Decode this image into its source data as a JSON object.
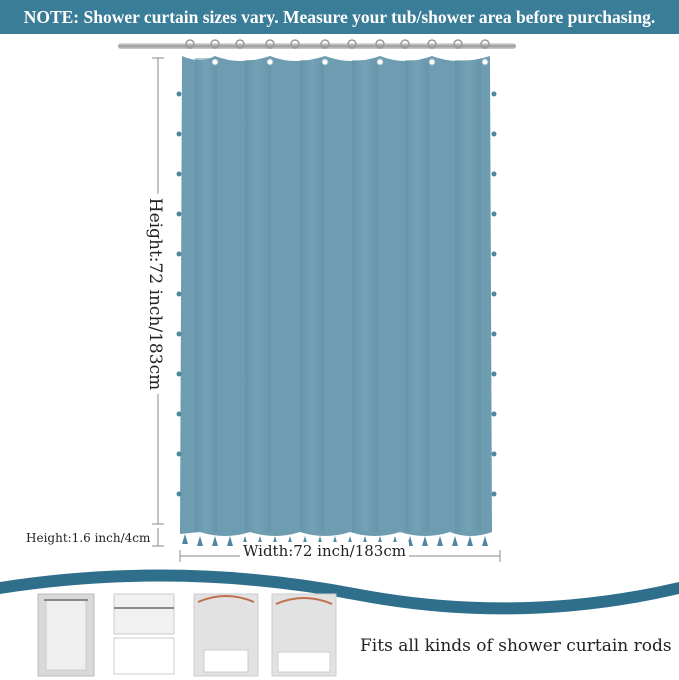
{
  "note": "NOTE: Shower curtain sizes vary. Measure your tub/shower area before purchasing.",
  "height_label": "Height:72 inch/183cm",
  "tassel_label": "Height:1.6 inch/4cm",
  "width_label": "Width:72 inch/183cm",
  "fits_label": "Fits all kinds of shower curtain rods",
  "colors": {
    "note_bg": "#3a7d98",
    "curtain": "#6e9cb0",
    "curtain_dark": "#5b8aa0",
    "wave": "#2f6f8c"
  },
  "rod_types": [
    "straight-rod-icon",
    "freestanding-rod-icon",
    "curved-rod-icon",
    "corner-rod-icon"
  ]
}
